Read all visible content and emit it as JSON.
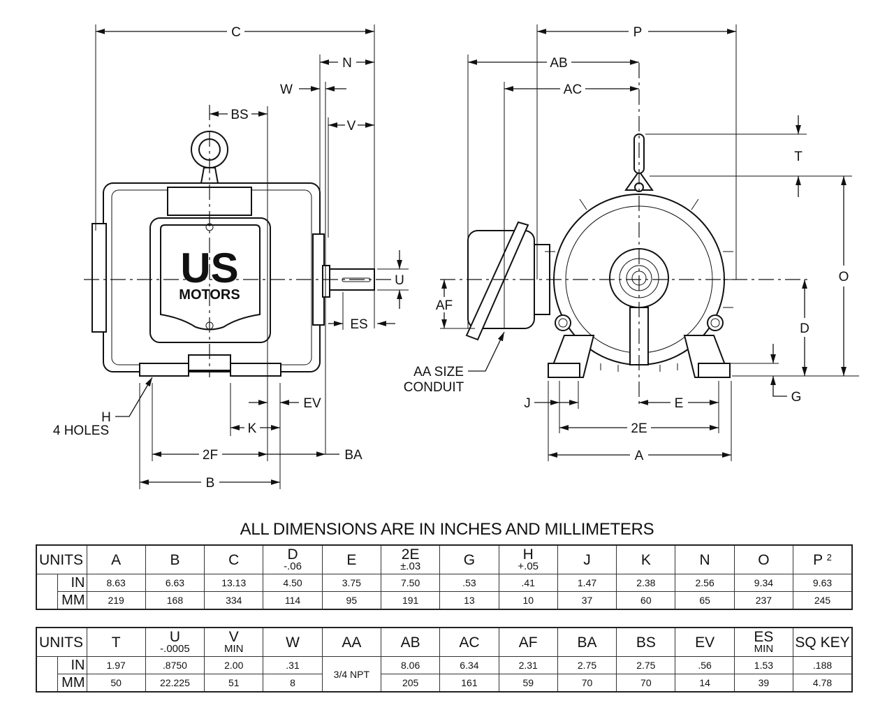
{
  "diagram": {
    "side_view_labels": {
      "C": "C",
      "N": "N",
      "W": "W",
      "BS": "BS",
      "V": "V",
      "U": "U",
      "ES": "ES",
      "EV": "EV",
      "K": "K",
      "2F": "2F",
      "BA": "BA",
      "B": "B",
      "H": "H",
      "H_note": "4 HOLES"
    },
    "logo": {
      "line1": "US",
      "line2": "MOTORS"
    },
    "end_view_labels": {
      "P": "P",
      "AB": "AB",
      "AC": "AC",
      "T": "T",
      "O": "O",
      "AF": "AF",
      "D": "D",
      "G": "G",
      "J": "J",
      "E": "E",
      "2E": "2E",
      "A": "A",
      "AA_line1": "AA SIZE",
      "AA_line2": "CONDUIT"
    }
  },
  "title": "ALL DIMENSIONS ARE IN INCHES AND MILLIMETERS",
  "table1": {
    "units_label": "UNITS",
    "columns": [
      {
        "name": "A",
        "sub": "",
        "in": "8.63",
        "mm": "219"
      },
      {
        "name": "B",
        "sub": "",
        "in": "6.63",
        "mm": "168"
      },
      {
        "name": "C",
        "sub": "",
        "in": "13.13",
        "mm": "334"
      },
      {
        "name": "D",
        "sub": "-.06",
        "in": "4.50",
        "mm": "114"
      },
      {
        "name": "E",
        "sub": "",
        "in": "3.75",
        "mm": "95"
      },
      {
        "name": "2E",
        "sub": "±.03",
        "in": "7.50",
        "mm": "191"
      },
      {
        "name": "G",
        "sub": "",
        "in": ".53",
        "mm": "13"
      },
      {
        "name": "H",
        "sub": "+.05",
        "in": ".41",
        "mm": "10"
      },
      {
        "name": "J",
        "sub": "",
        "in": "1.47",
        "mm": "37"
      },
      {
        "name": "K",
        "sub": "",
        "in": "2.38",
        "mm": "60"
      },
      {
        "name": "N",
        "sub": "",
        "in": "2.56",
        "mm": "65"
      },
      {
        "name": "O",
        "sub": "",
        "in": "9.34",
        "mm": "237"
      },
      {
        "name": "P",
        "sup": "2",
        "sub": "",
        "in": "9.63",
        "mm": "245"
      }
    ],
    "row_labels": {
      "in": "IN",
      "mm": "MM"
    }
  },
  "table2": {
    "units_label": "UNITS",
    "columns": [
      {
        "name": "T",
        "sub": "",
        "in": "1.97",
        "mm": "50"
      },
      {
        "name": "U",
        "sub": "-.0005",
        "in": ".8750",
        "mm": "22.225"
      },
      {
        "name": "V",
        "sub": "MIN",
        "in": "2.00",
        "mm": "51"
      },
      {
        "name": "W",
        "sub": "",
        "in": ".31",
        "mm": "8"
      },
      {
        "name": "AA",
        "sub": "",
        "merged": "3/4 NPT"
      },
      {
        "name": "AB",
        "sub": "",
        "in": "8.06",
        "mm": "205"
      },
      {
        "name": "AC",
        "sub": "",
        "in": "6.34",
        "mm": "161"
      },
      {
        "name": "AF",
        "sub": "",
        "in": "2.31",
        "mm": "59"
      },
      {
        "name": "BA",
        "sub": "",
        "in": "2.75",
        "mm": "70"
      },
      {
        "name": "BS",
        "sub": "",
        "in": "2.75",
        "mm": "70"
      },
      {
        "name": "EV",
        "sub": "",
        "in": ".56",
        "mm": "14"
      },
      {
        "name": "ES",
        "sub": "MIN",
        "in": "1.53",
        "mm": "39"
      },
      {
        "name": "SQ KEY",
        "sub": "",
        "in": ".188",
        "mm": "4.78"
      }
    ],
    "row_labels": {
      "in": "IN",
      "mm": "MM"
    }
  }
}
